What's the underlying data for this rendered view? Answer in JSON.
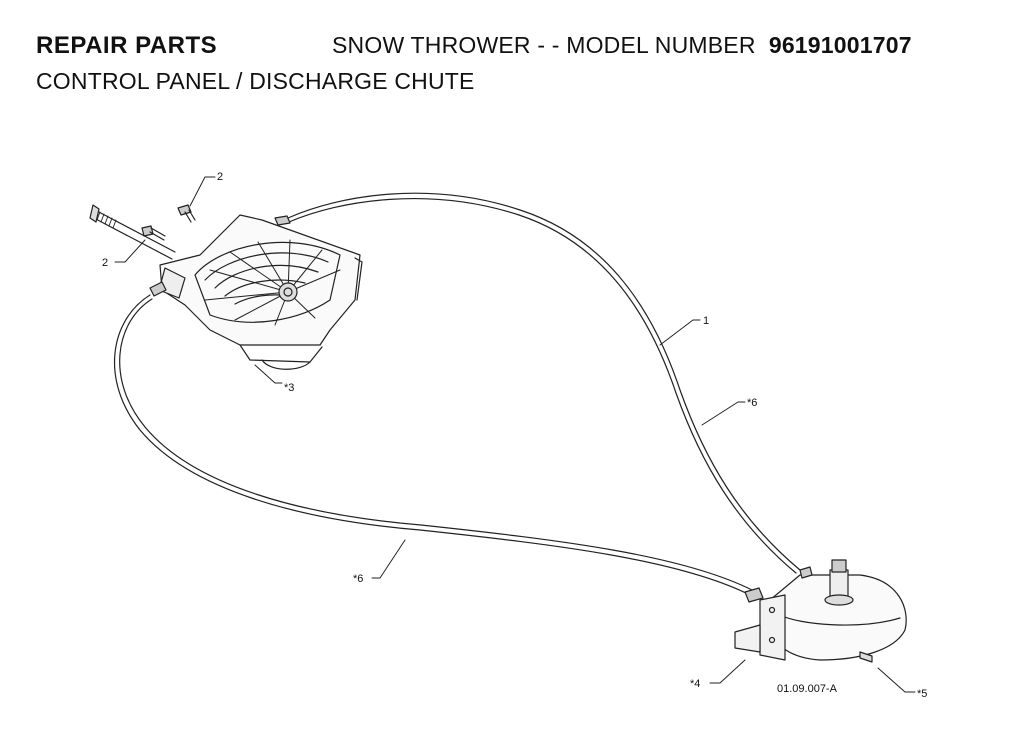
{
  "header": {
    "section": "REPAIR PARTS",
    "product": "SNOW THROWER - - MODEL NUMBER",
    "model_number": "96191001707",
    "subtitle": "CONTROL PANEL / DISCHARGE CHUTE"
  },
  "callouts": {
    "bolt_top": "2",
    "bolt_left": "2",
    "cable_upper": "1",
    "cable_upper_star": "*6",
    "control_panel": "*3",
    "cable_lower": "*6",
    "bracket": "*4",
    "chute_base": "*5"
  },
  "figure_ref": "01.09.007-A"
}
